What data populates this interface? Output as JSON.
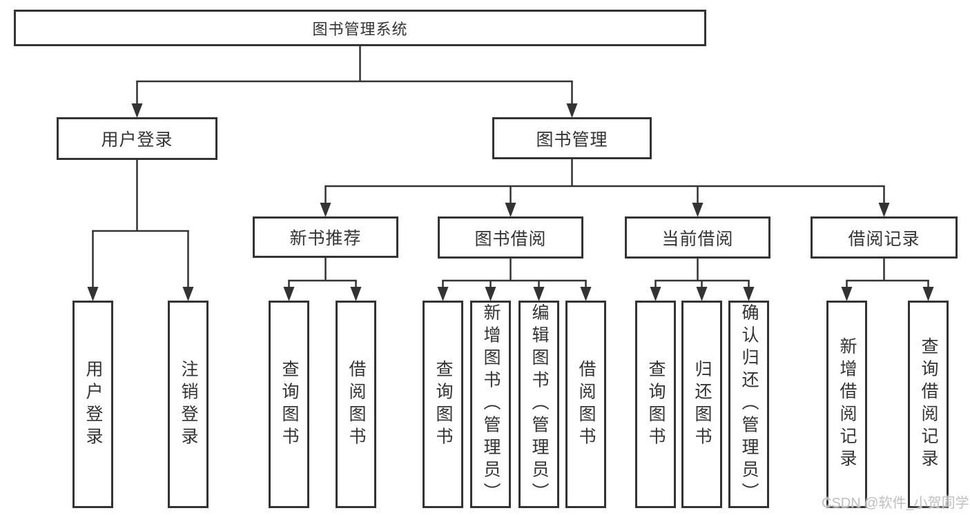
{
  "diagram": {
    "nodes": {
      "id": "root",
      "label": "图书管理系统",
      "children": [
        {
          "id": "user-login",
          "label": "用户登录",
          "children": [
            {
              "id": "ul-login",
              "label": "用户登录"
            },
            {
              "id": "ul-logout",
              "label": "注销登录"
            }
          ]
        },
        {
          "id": "book-mgmt",
          "label": "图书管理",
          "children": [
            {
              "id": "new-book-rec",
              "label": "新书推荐",
              "children": [
                {
                  "id": "nbr-query",
                  "label": "查询图书"
                },
                {
                  "id": "nbr-borrow",
                  "label": "借阅图书"
                }
              ]
            },
            {
              "id": "book-borrow",
              "label": "图书借阅",
              "children": [
                {
                  "id": "bb-query",
                  "label": "查询图书"
                },
                {
                  "id": "bb-add",
                  "label": "新增图书（管理员）"
                },
                {
                  "id": "bb-edit",
                  "label": "编辑图书（管理员）"
                },
                {
                  "id": "bb-borrow",
                  "label": "借阅图书"
                }
              ]
            },
            {
              "id": "current-borrow",
              "label": "当前借阅",
              "children": [
                {
                  "id": "cb-query",
                  "label": "查询图书"
                },
                {
                  "id": "cb-return",
                  "label": "归还图书"
                },
                {
                  "id": "cb-confirm",
                  "label": "确认归还（管理员）"
                }
              ]
            },
            {
              "id": "borrow-records",
              "label": "借阅记录",
              "children": [
                {
                  "id": "br-add",
                  "label": "新增借阅记录"
                },
                {
                  "id": "br-query",
                  "label": "查询借阅记录"
                }
              ]
            }
          ]
        }
      ]
    },
    "watermark": "CSDN @软件_小贺同学",
    "colors": {
      "background": "#ffffff",
      "box_border": "#333333",
      "text": "#333333",
      "line": "#333333",
      "watermark": "#bfbfbf"
    }
  }
}
